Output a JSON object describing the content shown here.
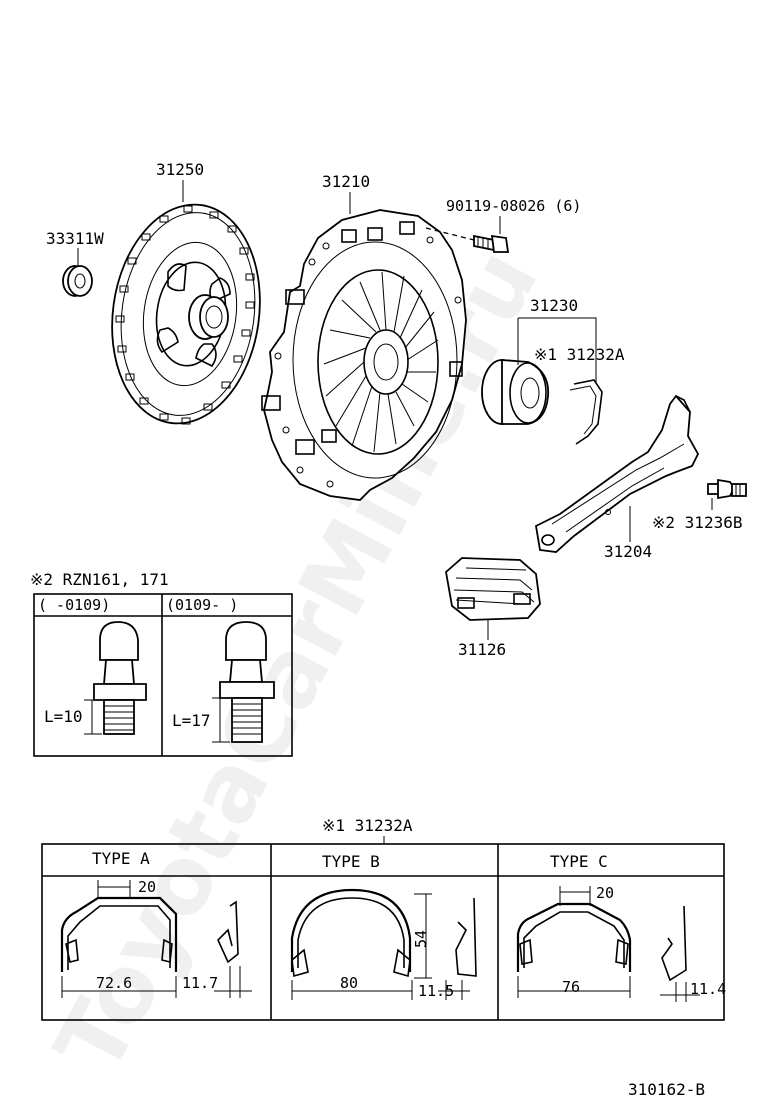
{
  "watermark": "ToyotaCarMine.ru",
  "parts": {
    "bearing_33311w": "33311W",
    "disc_31250": "31250",
    "cover_31210": "31210",
    "bolt": "90119-08026 (6)",
    "release_31230": "31230",
    "clip_note": "※1 31232A",
    "fork_31204": "31204",
    "pivot_note": "※2 31236B",
    "boot_31126": "31126"
  },
  "pivot_table": {
    "title": "※2 RZN161, 171",
    "col1_header": "(      -0109)",
    "col2_header": "(0109-      )",
    "col1_length": "L=10",
    "col2_length": "L=17"
  },
  "clip_table": {
    "title": "※1 31232A",
    "types": [
      {
        "label": "TYPE A",
        "width": "72.6",
        "top": "20",
        "side": "11.7"
      },
      {
        "label": "TYPE B",
        "width": "80",
        "height": "54",
        "side": "11.5"
      },
      {
        "label": "TYPE C",
        "width": "76",
        "top": "20",
        "side": "11.4"
      }
    ]
  },
  "diagram_code": "310162-B"
}
